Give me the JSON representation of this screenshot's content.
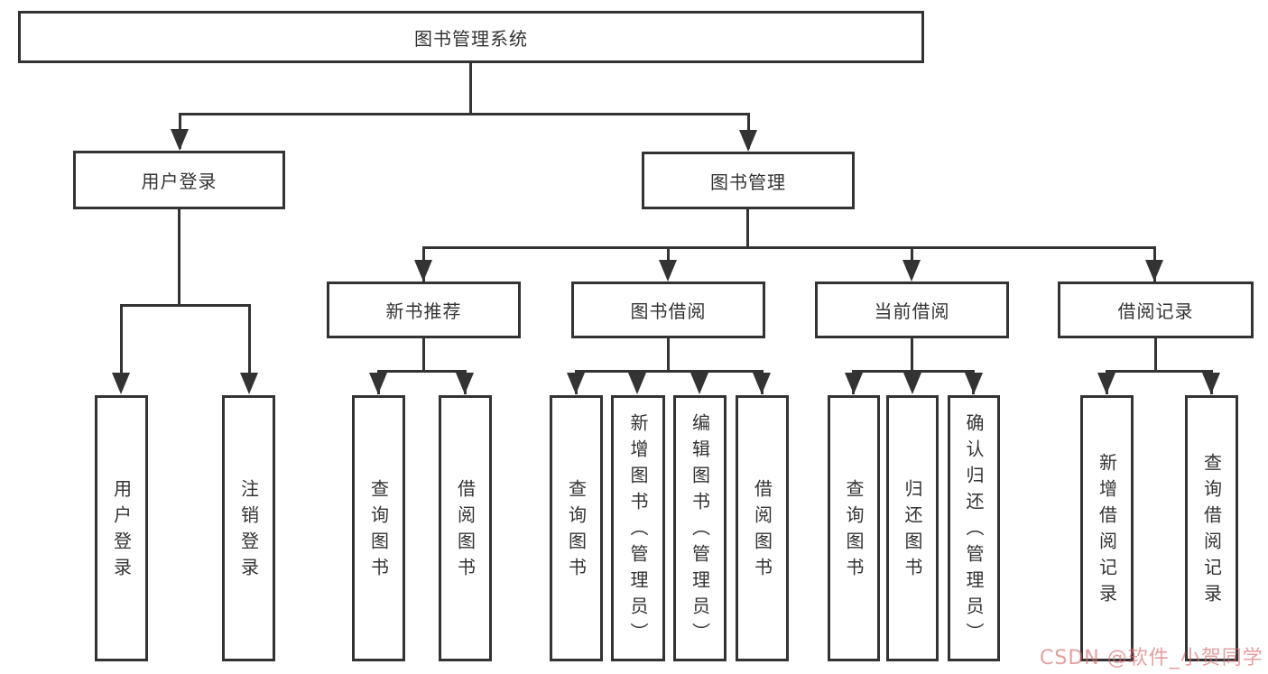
{
  "diagram": {
    "root": {
      "label": "图书管理系统"
    },
    "level2": [
      {
        "label": "用户登录"
      },
      {
        "label": "图书管理"
      }
    ],
    "level3": [
      {
        "label": "新书推荐"
      },
      {
        "label": "图书借阅"
      },
      {
        "label": "当前借阅"
      },
      {
        "label": "借阅记录"
      }
    ],
    "leaves": {
      "user_login": [
        "用户登录",
        "注销登录"
      ],
      "new_books": [
        "查询图书",
        "借阅图书"
      ],
      "book_borrow": [
        "查询图书",
        "新增图书（管理员）",
        "编辑图书（管理员）",
        "借阅图书"
      ],
      "current_borrow": [
        "查询图书",
        "归还图书",
        "确认归还（管理员）"
      ],
      "borrow_records": [
        "新增借阅记录",
        "查询借阅记录"
      ]
    }
  },
  "watermark": {
    "text": "CSDN @软件_小贺同学",
    "color": "rgba(217,106,106,0.65)"
  },
  "colors": {
    "line": "#333333",
    "text": "#333333",
    "background": "#ffffff"
  }
}
